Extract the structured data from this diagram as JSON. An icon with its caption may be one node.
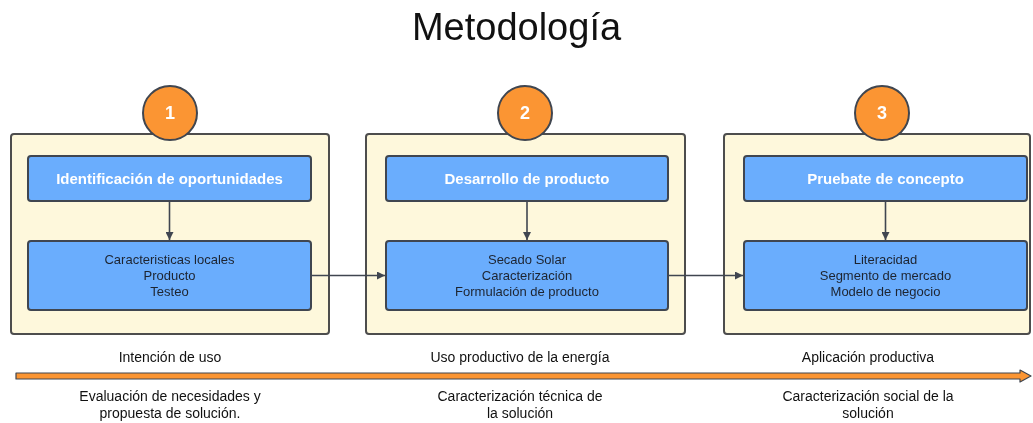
{
  "diagram": {
    "title": "Metodología",
    "nodes": [
      {
        "text": [],
        "shape": "box"
      },
      {
        "text": [
          "1"
        ]
      },
      {
        "text": [
          "Identificación de oportunidades"
        ],
        "in": 0
      },
      {
        "text": [
          "Caracteristicas locales",
          "Producto",
          "Testeo"
        ],
        "in": 0
      },
      {
        "text": [],
        "shape": "box"
      },
      {
        "text": [
          "2"
        ]
      },
      {
        "text": [
          "Desarrollo de producto"
        ],
        "in": 4
      },
      {
        "text": [
          "Secado Solar",
          "Caracterización",
          "Formulación de producto"
        ],
        "in": 4
      },
      {
        "text": [],
        "shape": "box"
      },
      {
        "text": [
          "3"
        ]
      },
      {
        "text": [
          "Pruebate de concepto"
        ],
        "in": 8
      },
      {
        "text": [
          "Literacidad",
          "Segmento de mercado",
          "Modelo de negocio"
        ],
        "in": 8
      }
    ],
    "edges": [
      {
        "from": 2,
        "to": 3,
        "arrow": "to"
      },
      {
        "from": 3,
        "to": 7,
        "arrow": "to"
      },
      {
        "from": 6,
        "to": 7,
        "arrow": "to"
      },
      {
        "from": 7,
        "to": 11,
        "arrow": "to"
      },
      {
        "from": 10,
        "to": 11,
        "arrow": "to"
      }
    ],
    "labels": [
      "Intención de uso",
      "Uso productivo de la energía",
      "Aplicación productiva",
      "Evaluación de necesidades y propuesta de solución.",
      "Caracterización técnica de la solución",
      "Caracterización social de la solución"
    ]
  }
}
